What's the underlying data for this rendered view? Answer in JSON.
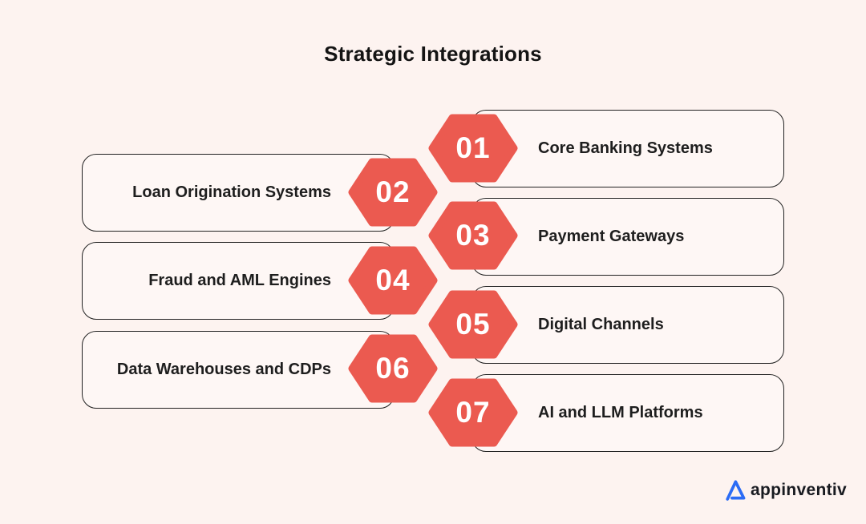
{
  "title": "Strategic Integrations",
  "colors": {
    "background": "#fdf3f0",
    "box_fill": "#fef7f5",
    "box_border": "#222222",
    "hexagon_fill": "#eb5a50",
    "hexagon_number": "#ffffff",
    "label_text": "#1e1e1e",
    "logo_blue": "#2c6cf5",
    "logo_text": "#181a20"
  },
  "items": [
    {
      "number": "01",
      "label": "Core Banking Systems",
      "side": "right"
    },
    {
      "number": "02",
      "label": "Loan Origination Systems",
      "side": "left"
    },
    {
      "number": "03",
      "label": "Payment Gateways",
      "side": "right"
    },
    {
      "number": "04",
      "label": "Fraud and AML Engines",
      "side": "left"
    },
    {
      "number": "05",
      "label": "Digital Channels",
      "side": "right"
    },
    {
      "number": "06",
      "label": "Data Warehouses and CDPs",
      "side": "left"
    },
    {
      "number": "07",
      "label": "AI and LLM Platforms",
      "side": "right"
    }
  ],
  "logo": {
    "text": "appinventiv",
    "icon": "appinventiv-triangle-logo"
  }
}
